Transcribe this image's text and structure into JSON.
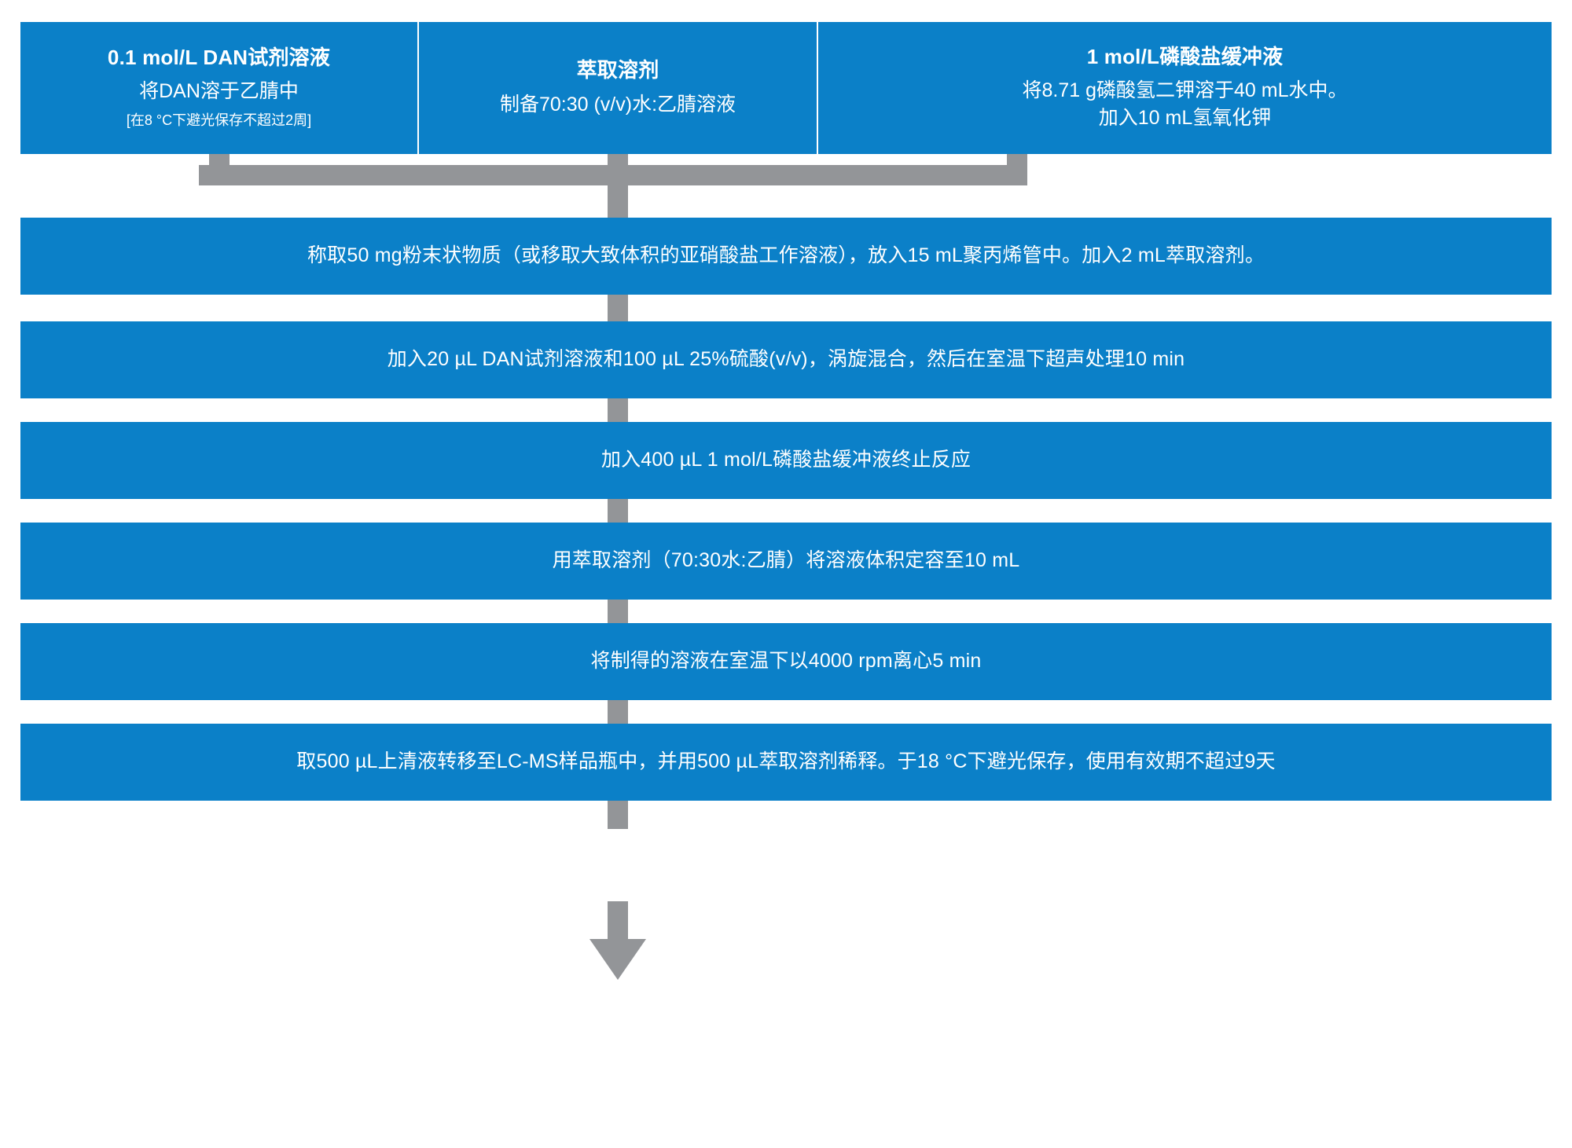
{
  "diagram": {
    "type": "process-flowchart",
    "title": "DAN derivatization sample preparation workflow",
    "colors": {
      "box_fill": "#0b80c8",
      "box_text": "#ffffff",
      "connector": "#939598",
      "background": "#ffffff"
    }
  },
  "prep_boxes": [
    {
      "id": "dan-reagent-solution",
      "title": "0.1 mol/L DAN试剂溶液",
      "lines": [
        "将DAN溶于乙腈中"
      ],
      "note": "[在8 °C下避光保存不超过2周]"
    },
    {
      "id": "extraction-solvent",
      "title": "萃取溶剂",
      "lines": [
        "制备70:30 (v/v)水:乙腈溶液"
      ],
      "note": ""
    },
    {
      "id": "phosphate-buffer",
      "title": "1 mol/L磷酸盐缓冲液",
      "lines": [
        "将8.71 g磷酸氢二钾溶于40 mL水中。",
        "加入10 mL氢氧化钾"
      ],
      "note": ""
    }
  ],
  "steps": [
    {
      "id": "step-weigh-sample",
      "text": "称取50 mg粉末状物质（或移取大致体积的亚硝酸盐工作溶液），放入15 mL聚丙烯管中。加入2 mL萃取溶剂。"
    },
    {
      "id": "step-add-dan-and-acid",
      "text": "加入20 µL DAN试剂溶液和100 µL 25%硫酸(v/v)，涡旋混合，然后在室温下超声处理10 min"
    },
    {
      "id": "step-quench-with-buffer",
      "text": "加入400 µL 1 mol/L磷酸盐缓冲液终止反应"
    },
    {
      "id": "step-dilute-to-volume",
      "text": "用萃取溶剂（70:30水:乙腈）将溶液体积定容至10 mL"
    },
    {
      "id": "step-centrifuge",
      "text": "将制得的溶液在室温下以4000 rpm离心5 min"
    },
    {
      "id": "step-transfer-supernatant",
      "text": "取500 µL上清液转移至LC-MS样品瓶中，并用500 µL萃取溶剂稀释。于18 °C下避光保存，使用有效期不超过9天"
    }
  ]
}
